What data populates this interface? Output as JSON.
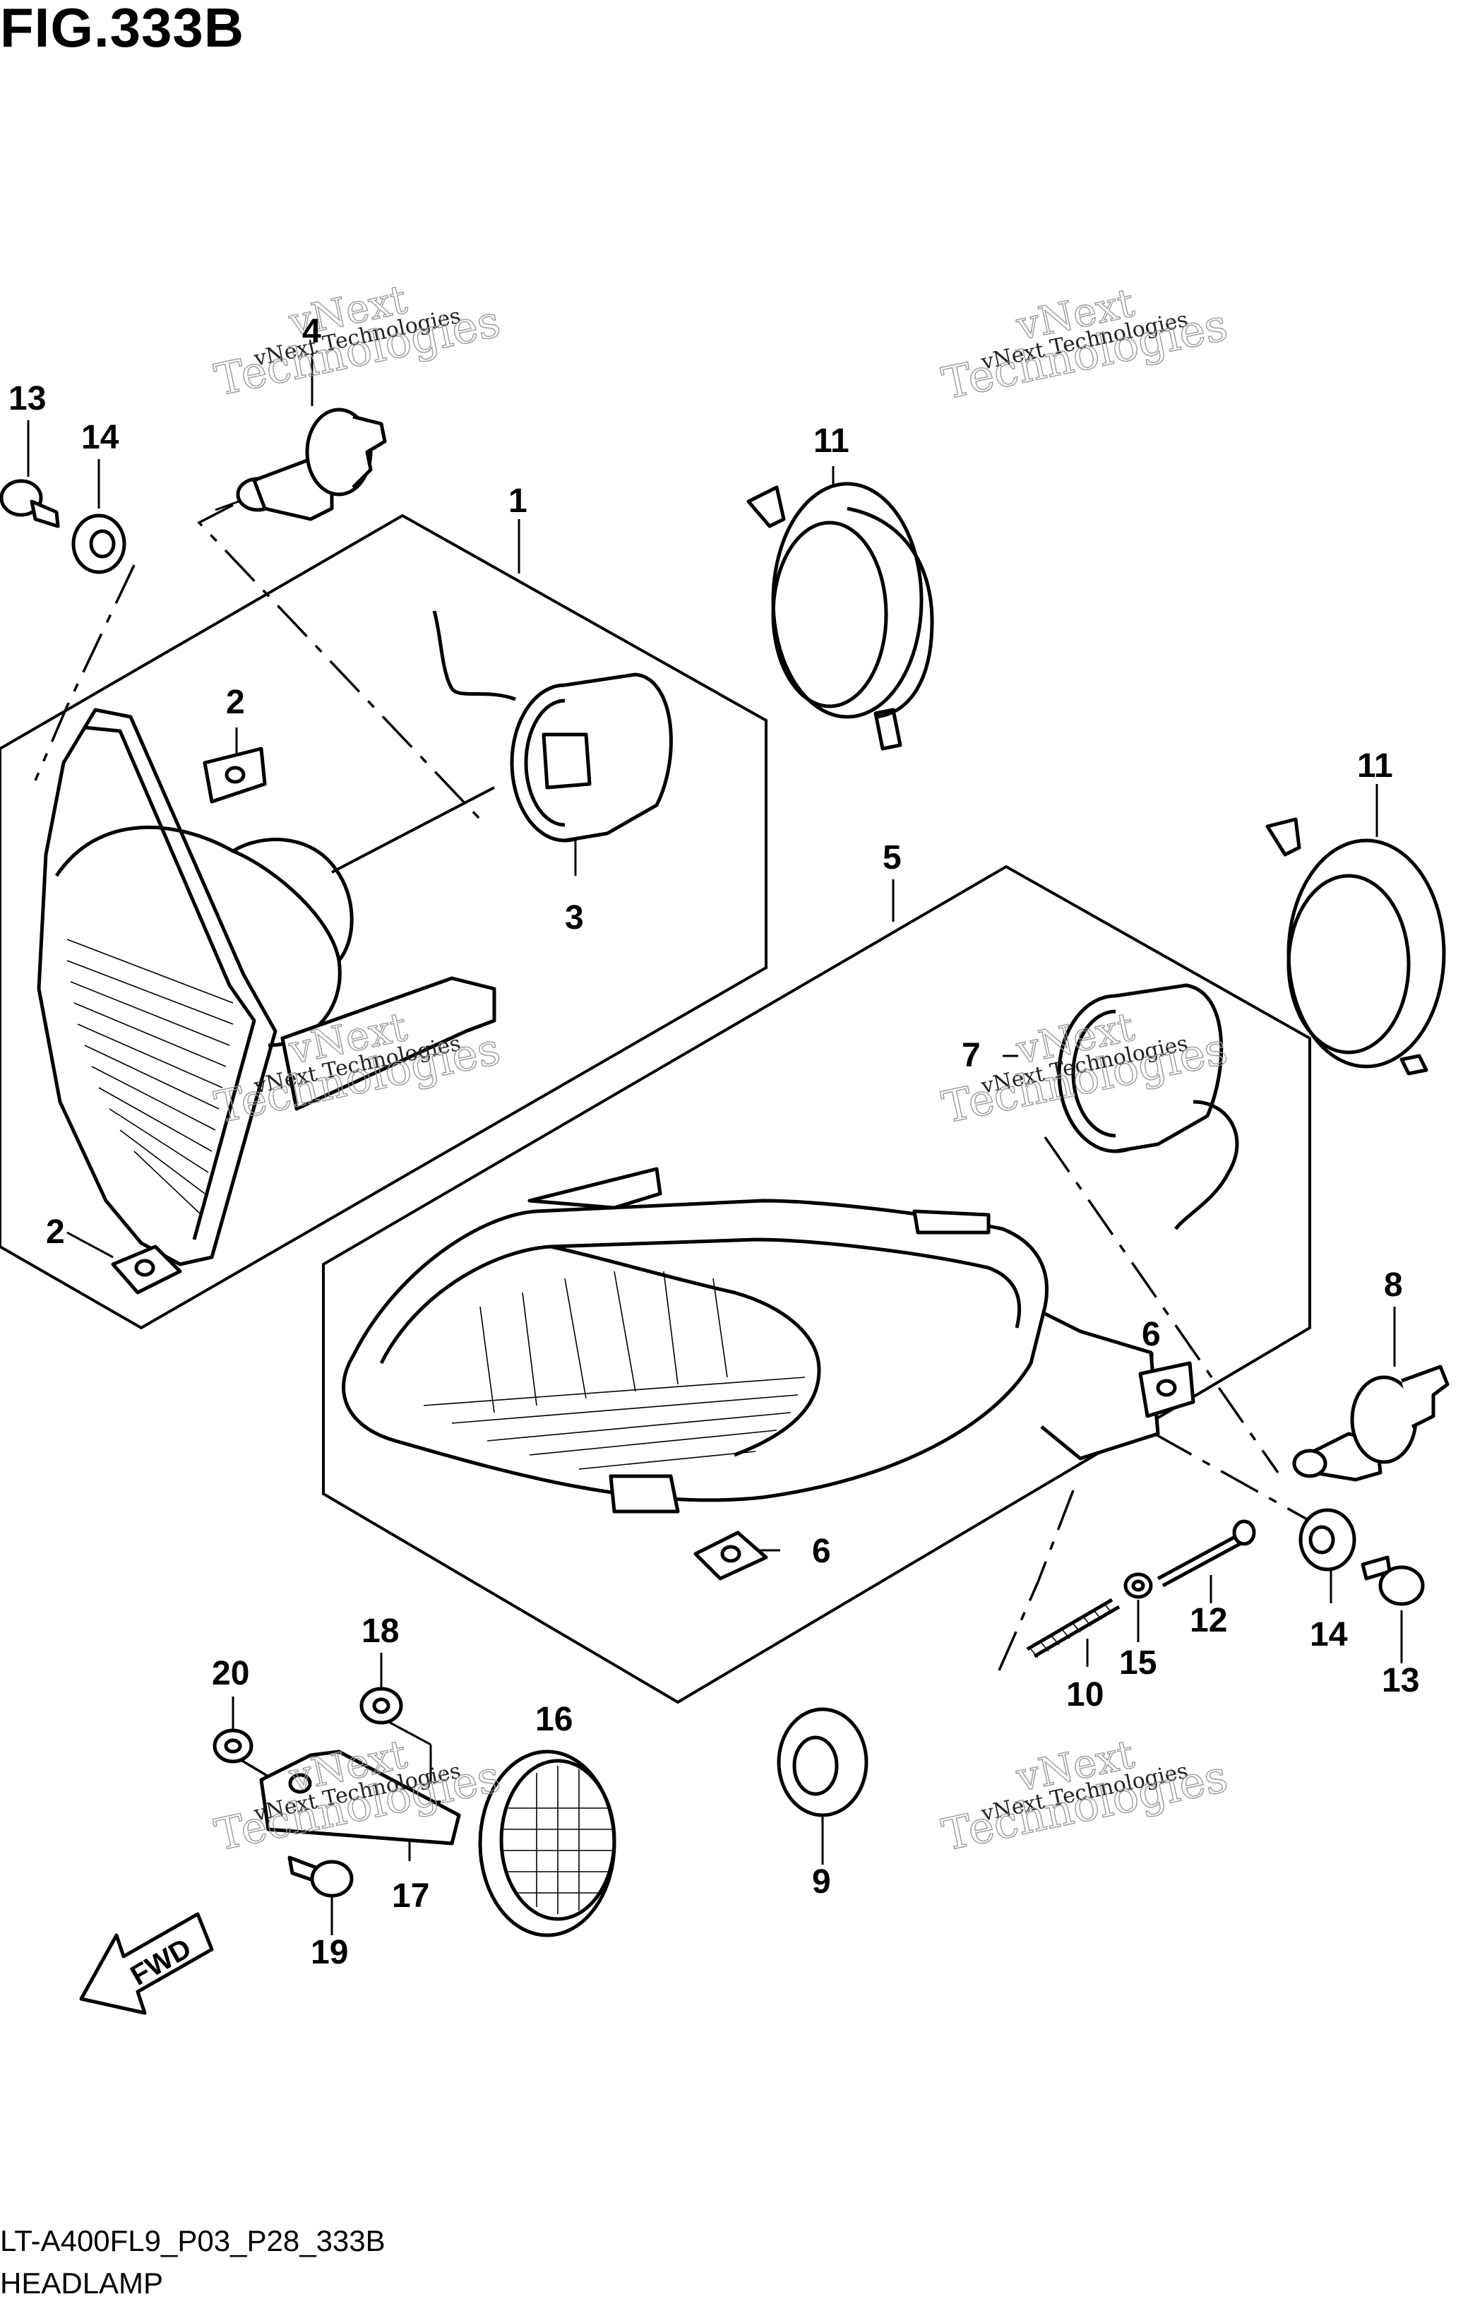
{
  "figure": {
    "title": "FIG.333B",
    "code": "LT-A400FL9_P03_P28_333B",
    "name": "HEADLAMP",
    "fwd_label": "FWD"
  },
  "watermark": {
    "line1": "vNext",
    "line2": "vNext Technologies",
    "line3": "Technologies"
  },
  "callouts": [
    "1",
    "2",
    "2",
    "3",
    "4",
    "5",
    "6",
    "6",
    "7",
    "8",
    "9",
    "10",
    "11",
    "11",
    "12",
    "13",
    "13",
    "14",
    "14",
    "15",
    "16",
    "17",
    "18",
    "19",
    "20"
  ]
}
